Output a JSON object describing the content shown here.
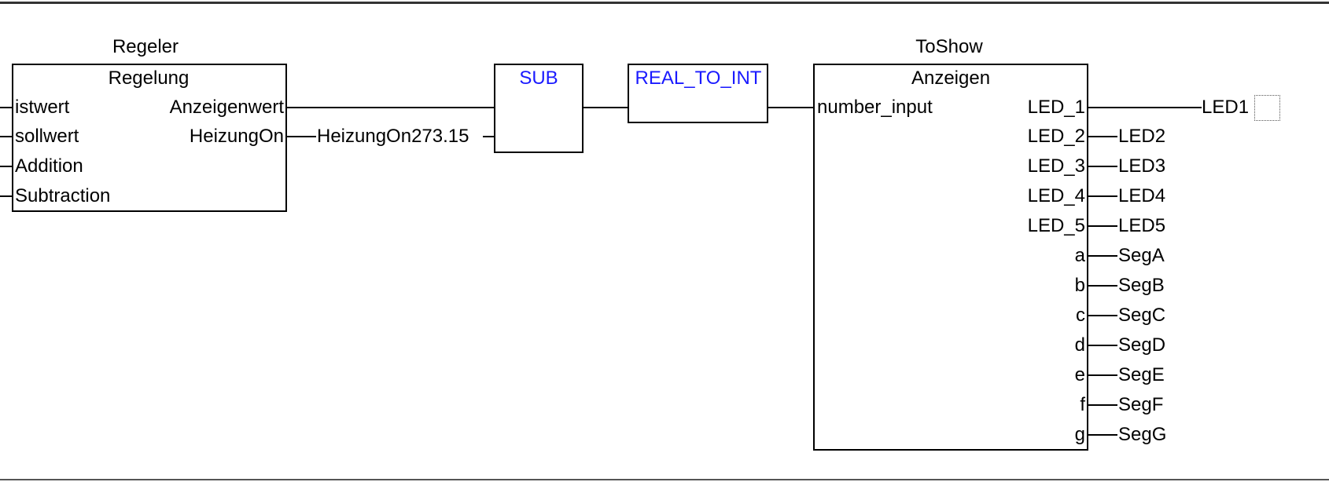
{
  "blocks": {
    "regeler": {
      "instance": "Regeler",
      "type": "Regelung",
      "inputs": [
        "istwert",
        "sollwert",
        "Addition",
        "Subtraction"
      ],
      "outputs": [
        "Anzeigenwert",
        "HeizungOn"
      ]
    },
    "sub": {
      "type": "SUB",
      "input_const": "HeizungOn273.15"
    },
    "real_to_int": {
      "type": "REAL_TO_INT"
    },
    "toshow": {
      "instance": "ToShow",
      "type": "Anzeigen",
      "inputs": [
        "number_input"
      ],
      "outputs": [
        "LED_1",
        "LED_2",
        "LED_3",
        "LED_4",
        "LED_5",
        "a",
        "b",
        "c",
        "d",
        "e",
        "f",
        "g"
      ],
      "output_vars": [
        "LED1",
        "LED2",
        "LED3",
        "LED4",
        "LED5",
        "SegA",
        "SegB",
        "SegC",
        "SegD",
        "SegE",
        "SegF",
        "SegG"
      ]
    }
  },
  "colors": {
    "function_block_label": "#1a1aff",
    "line": "#000000"
  }
}
